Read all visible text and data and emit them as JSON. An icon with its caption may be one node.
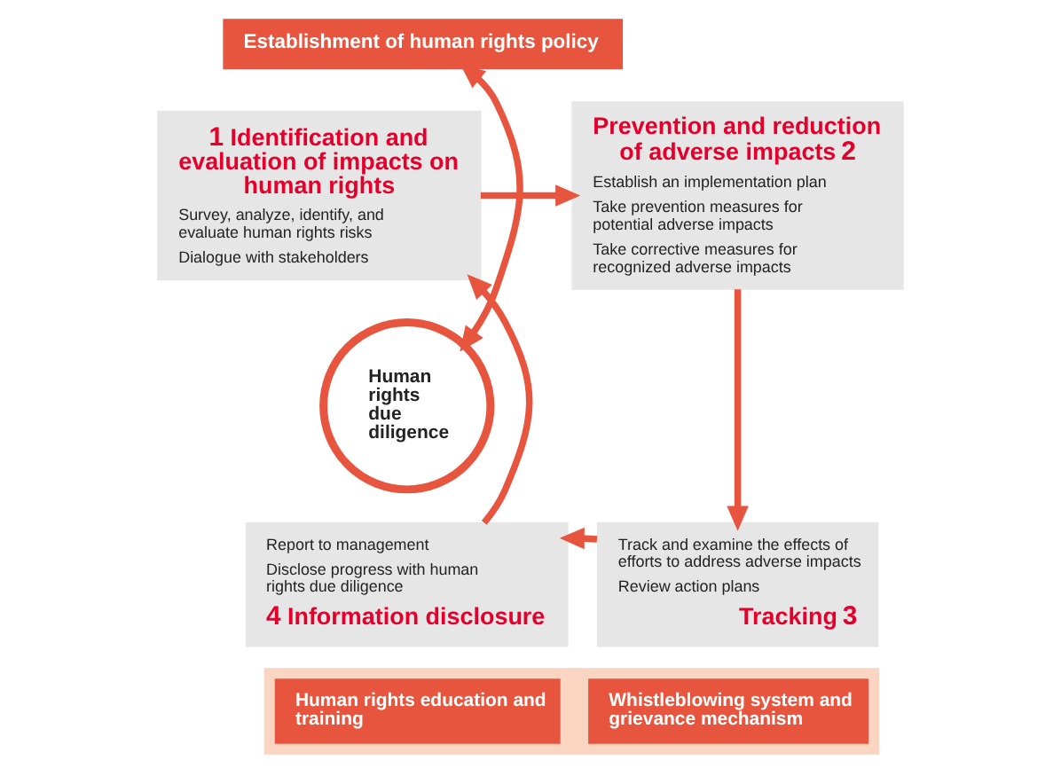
{
  "diagram": {
    "nodes": [
      {
        "text": [
          "Establishment of human rights policy"
        ]
      },
      {
        "text": [
          "1",
          "Identification and evaluation of impacts on human rights",
          "Survey, analyze, identify, and evaluate human rights risks",
          "Dialogue with stakeholders"
        ]
      },
      {
        "text": [
          "Prevention and reduction of adverse impacts",
          "2",
          "Establish an implementation plan",
          "Take prevention measures for potential adverse impacts",
          "Take corrective measures for recognized adverse impacts"
        ]
      },
      {
        "text": [
          "Human rights due diligence"
        ]
      },
      {
        "text": [
          "Report to management",
          "Disclose progress with human rights due diligence",
          "4",
          "Information disclosure"
        ]
      },
      {
        "text": [
          "Track and examine the effects of efforts to address adverse impacts",
          "Review action plans",
          "Tracking",
          "3"
        ]
      },
      {
        "text": [],
        "shape": "box"
      },
      {
        "text": [
          "Human rights education and training"
        ],
        "in": 6
      },
      {
        "text": [
          "Whistleblowing system and grievance mechanism"
        ],
        "in": 6
      }
    ],
    "edges": [
      {
        "from": 0,
        "to": 3,
        "arrow": "both"
      },
      {
        "from": 1,
        "to": 2,
        "arrow": "to"
      },
      {
        "from": 2,
        "to": 5,
        "arrow": "to"
      },
      {
        "from": 5,
        "to": 4,
        "arrow": "to"
      },
      {
        "from": 4,
        "to": 1,
        "arrow": "to"
      }
    ]
  }
}
